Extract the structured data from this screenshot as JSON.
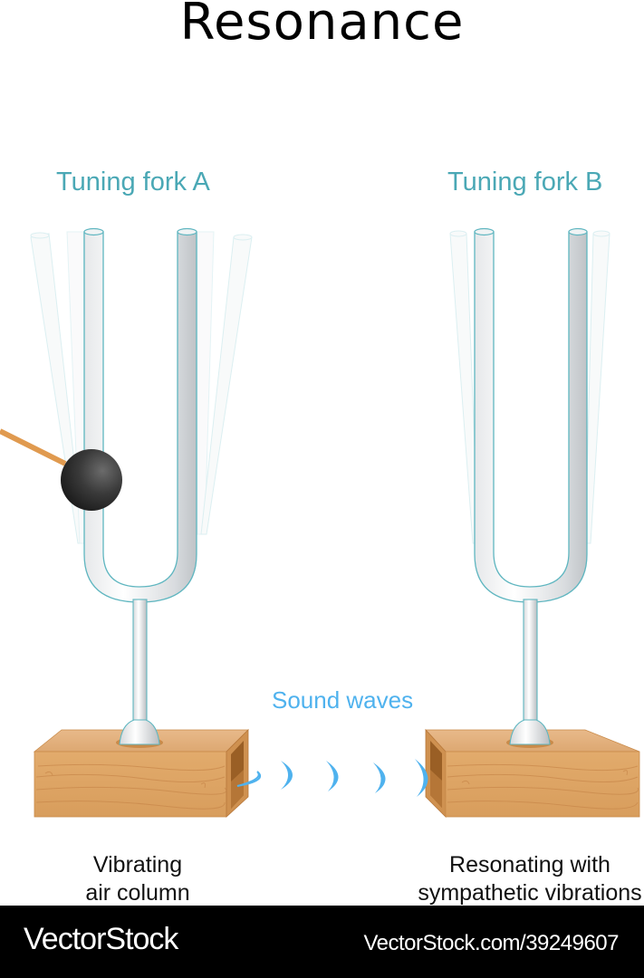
{
  "title": "Resonance",
  "forks": [
    {
      "label": "Tuning fork A",
      "caption_lines": [
        "Vibrating",
        "air column"
      ]
    },
    {
      "label": "Tuning fork B",
      "caption_lines": [
        "Resonating with",
        "sympathetic vibrations"
      ]
    }
  ],
  "sound_waves_label": "Sound waves",
  "colors": {
    "label_teal": "#4aa8b5",
    "sound_blue": "#4fb2ee",
    "wood": "#dea566",
    "hammer_head": "#333333",
    "hammer_handle": "#e09a4f",
    "fork_outline": "#5fb6c0"
  },
  "footer": {
    "brand": "VectorStock",
    "url": "VectorStock.com/39249607"
  }
}
